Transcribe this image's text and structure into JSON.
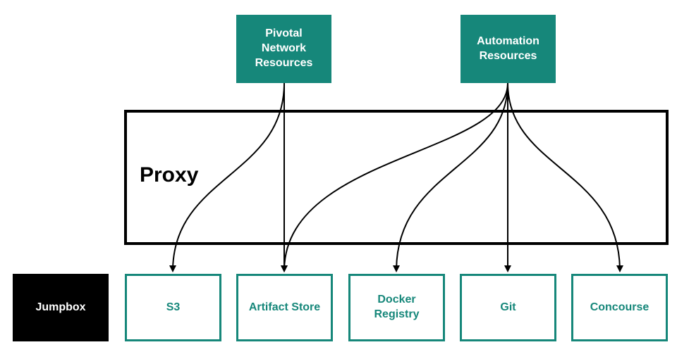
{
  "nodes": {
    "pivotal": "Pivotal\nNetwork\nResources",
    "automation": "Automation\nResources",
    "proxy": "Proxy",
    "jumpbox": "Jumpbox",
    "s3": "S3",
    "artifact_store": "Artifact Store",
    "docker_registry": "Docker\nRegistry",
    "git": "Git",
    "concourse": "Concourse"
  },
  "edges": [
    {
      "from": "pivotal",
      "to": "s3"
    },
    {
      "from": "pivotal",
      "to": "artifact_store"
    },
    {
      "from": "automation",
      "to": "artifact_store"
    },
    {
      "from": "automation",
      "to": "docker_registry"
    },
    {
      "from": "automation",
      "to": "git"
    },
    {
      "from": "automation",
      "to": "concourse"
    }
  ],
  "colors": {
    "teal": "#16877a",
    "black": "#000000",
    "white": "#ffffff"
  }
}
